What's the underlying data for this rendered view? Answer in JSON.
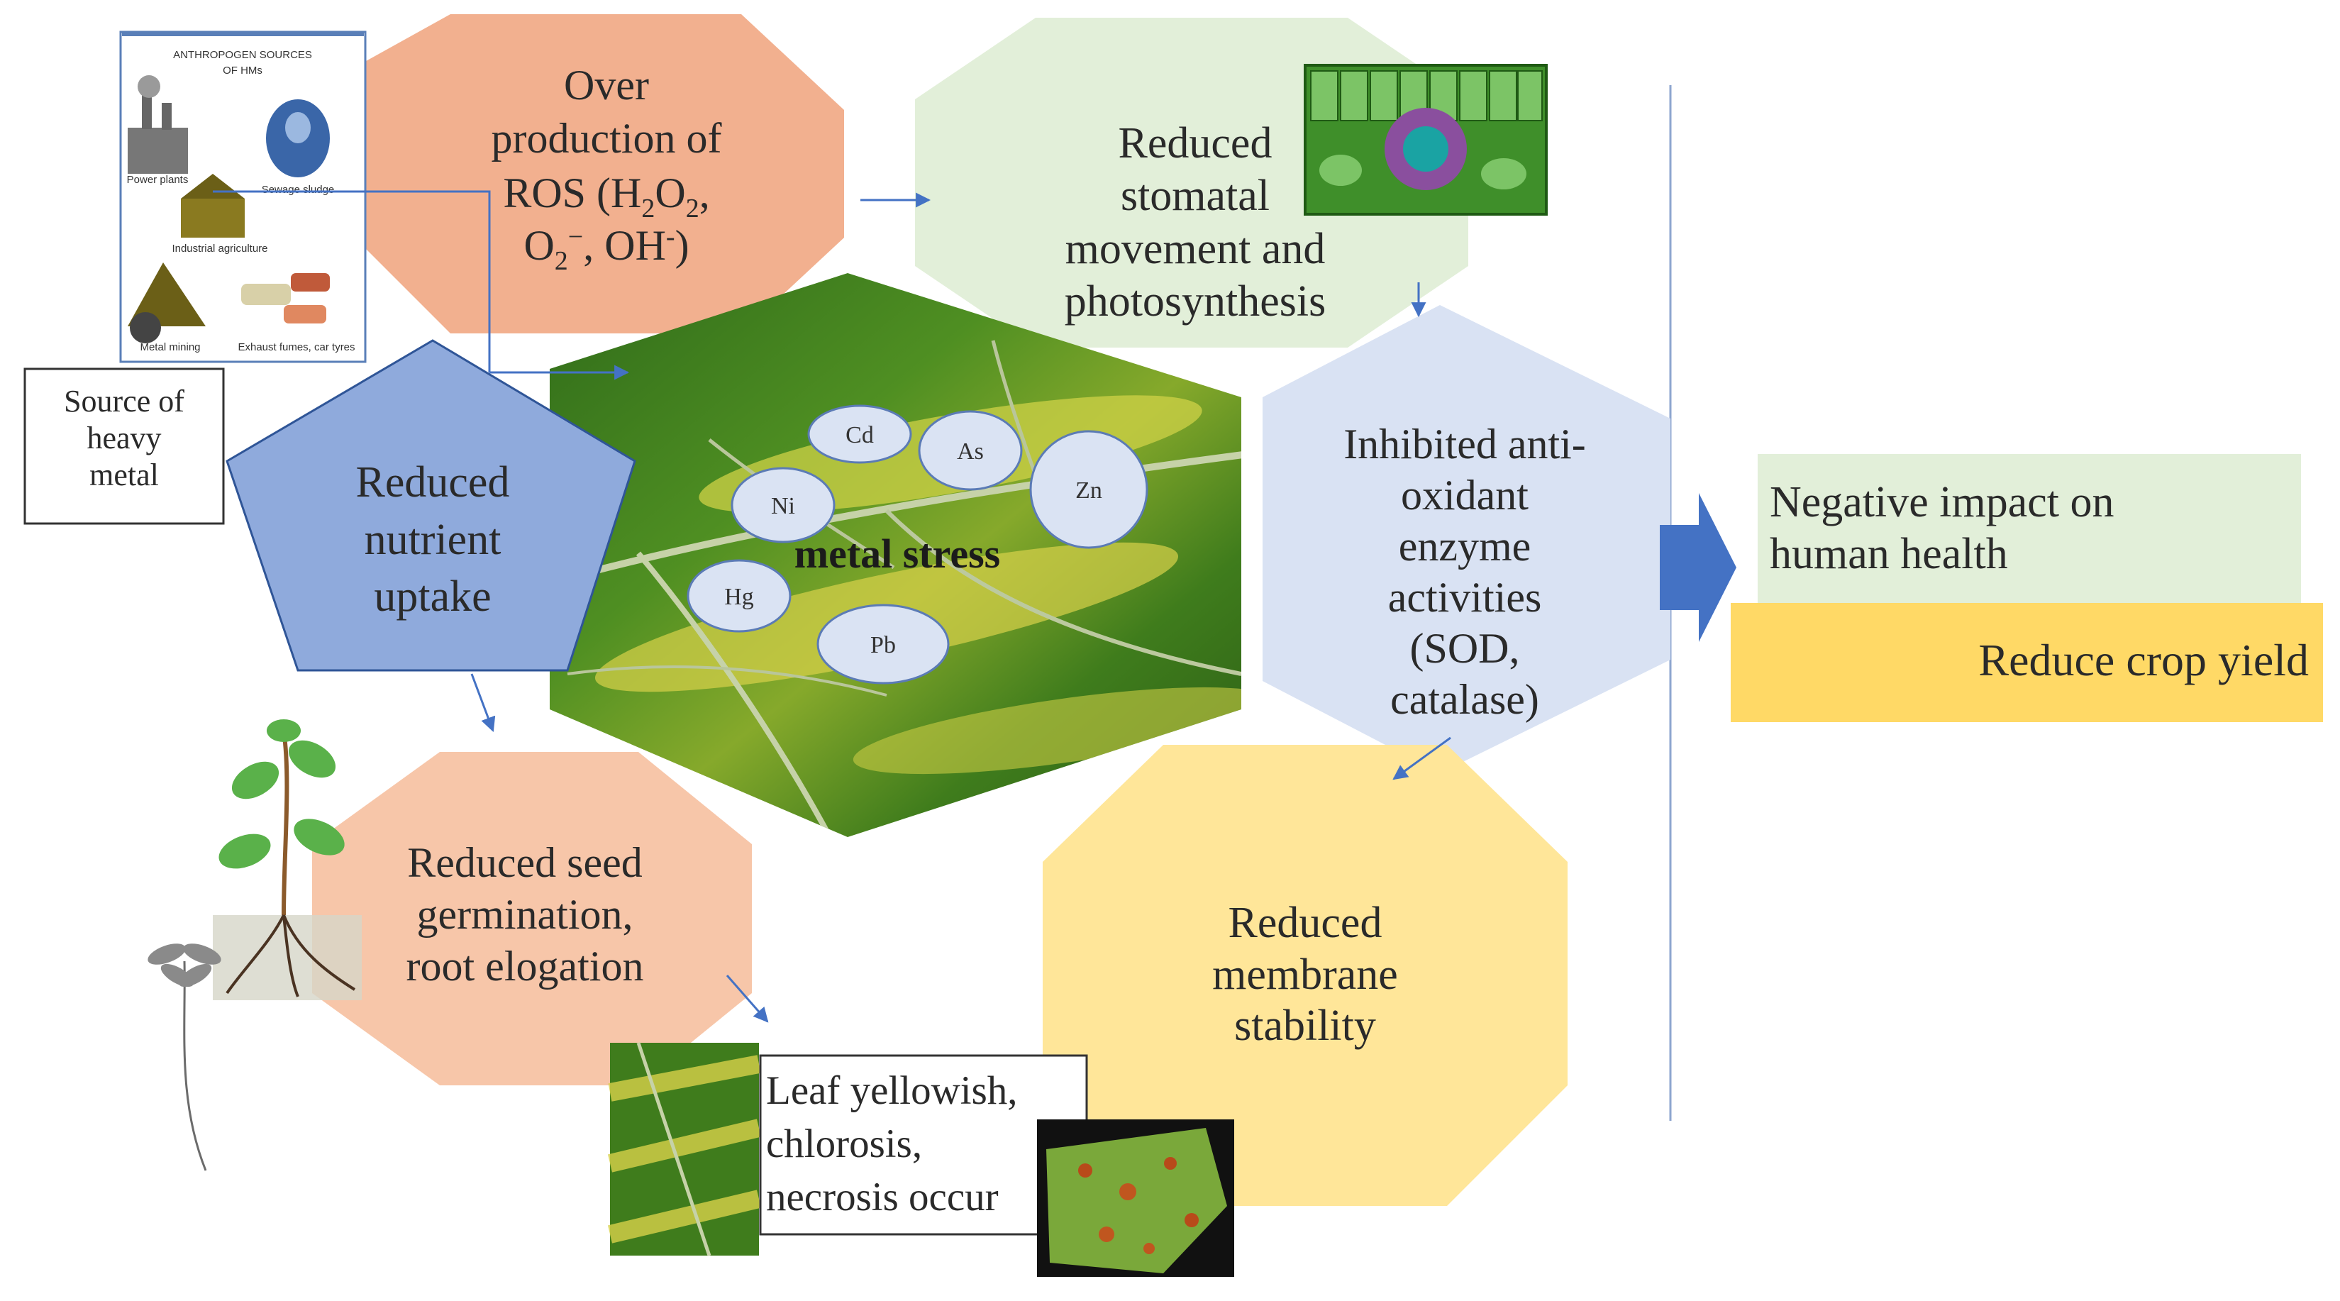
{
  "center": {
    "label": "metal stress",
    "metals": [
      "Cd",
      "As",
      "Zn",
      "Ni",
      "Hg",
      "Pb"
    ]
  },
  "source": {
    "box_label": [
      "Source of",
      "heavy",
      "metal"
    ],
    "inset": {
      "title": [
        "ANTHROPOGEN SOURCES",
        "OF HMs"
      ],
      "items": [
        "Power plants",
        "Sewage sludge",
        "Industrial agriculture",
        "Metal mining",
        "Exhaust fumes, car tyres"
      ]
    }
  },
  "nodes": {
    "ros": [
      "Over",
      "production of",
      "ROS (H2O2,",
      "O2−, OH−)"
    ],
    "stomatal": [
      "Reduced",
      "stomatal",
      "movement and",
      "photosynthesis"
    ],
    "antioxidant": [
      "Inhibited anti-",
      "oxidant",
      "enzyme",
      "activities",
      "(SOD,",
      "catalase)"
    ],
    "membrane": [
      "Reduced",
      "membrane",
      "stability"
    ],
    "seed": [
      "Reduced seed",
      "germination,",
      "root elogation"
    ],
    "nutrient": [
      "Reduced",
      "nutrient",
      "uptake"
    ],
    "leaf": [
      "Leaf yellowish,",
      "chlorosis,",
      "necrosis occur"
    ]
  },
  "outcomes": {
    "health": [
      "Negative impact on",
      "human health"
    ],
    "yield": "Reduce crop yield"
  },
  "colors": {
    "ros": "#f2b08f",
    "stomatal": "#e2efd9",
    "antioxidant": "#d9e2f3",
    "membrane": "#ffe699",
    "seed": "#f7c6a9",
    "nutrient": "#8faadc",
    "health": "#e2efd9",
    "yield": "#ffd966",
    "arrow": "#4472c4"
  },
  "icons": [
    "leaf-photo",
    "stomata-cell-icon",
    "plant-root-icon",
    "seedling-icon",
    "leaf-chlorosis-photo",
    "leaf-necrosis-photo",
    "factory-icon"
  ]
}
